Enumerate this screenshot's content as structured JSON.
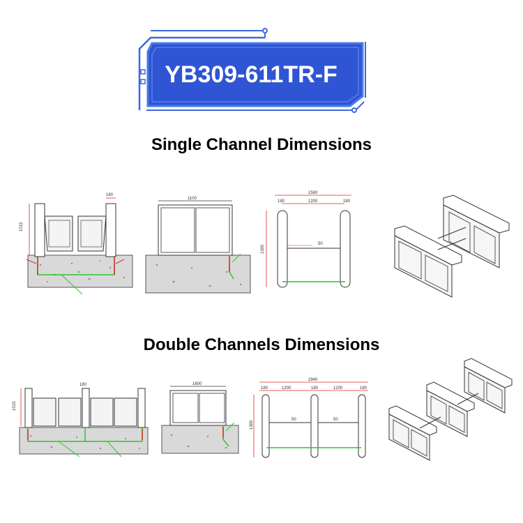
{
  "badge": {
    "model": "YB309-611TR-F"
  },
  "single": {
    "heading": "Single Channel Dimensions",
    "dims": {
      "front_height": "1015",
      "front_post": "180",
      "side_width": "1100",
      "top_total": "1580",
      "top_lane": "1200",
      "top_post_a": "180",
      "top_post_b": "180",
      "top_depth": "1300",
      "top_gap": "50"
    }
  },
  "double": {
    "heading": "Double Channels Dimensions",
    "dims": {
      "front_height": "1015",
      "front_post": "180",
      "side_width": "1600",
      "top_total": "2940",
      "top_lane_a": "1200",
      "top_lane_b": "1200",
      "top_post_a": "180",
      "top_post_b": "180",
      "top_post_c": "180",
      "top_depth": "1300",
      "top_gap_a": "50",
      "top_gap_b": "50"
    }
  },
  "colors": {
    "badge_blue": "#2f55d4",
    "badge_border": "#4a79e6",
    "pcb_trace": "#3a68e0",
    "foundation_line": "#2fc42f",
    "callout_red": "#e02828",
    "concrete": "#d9d9d9"
  }
}
